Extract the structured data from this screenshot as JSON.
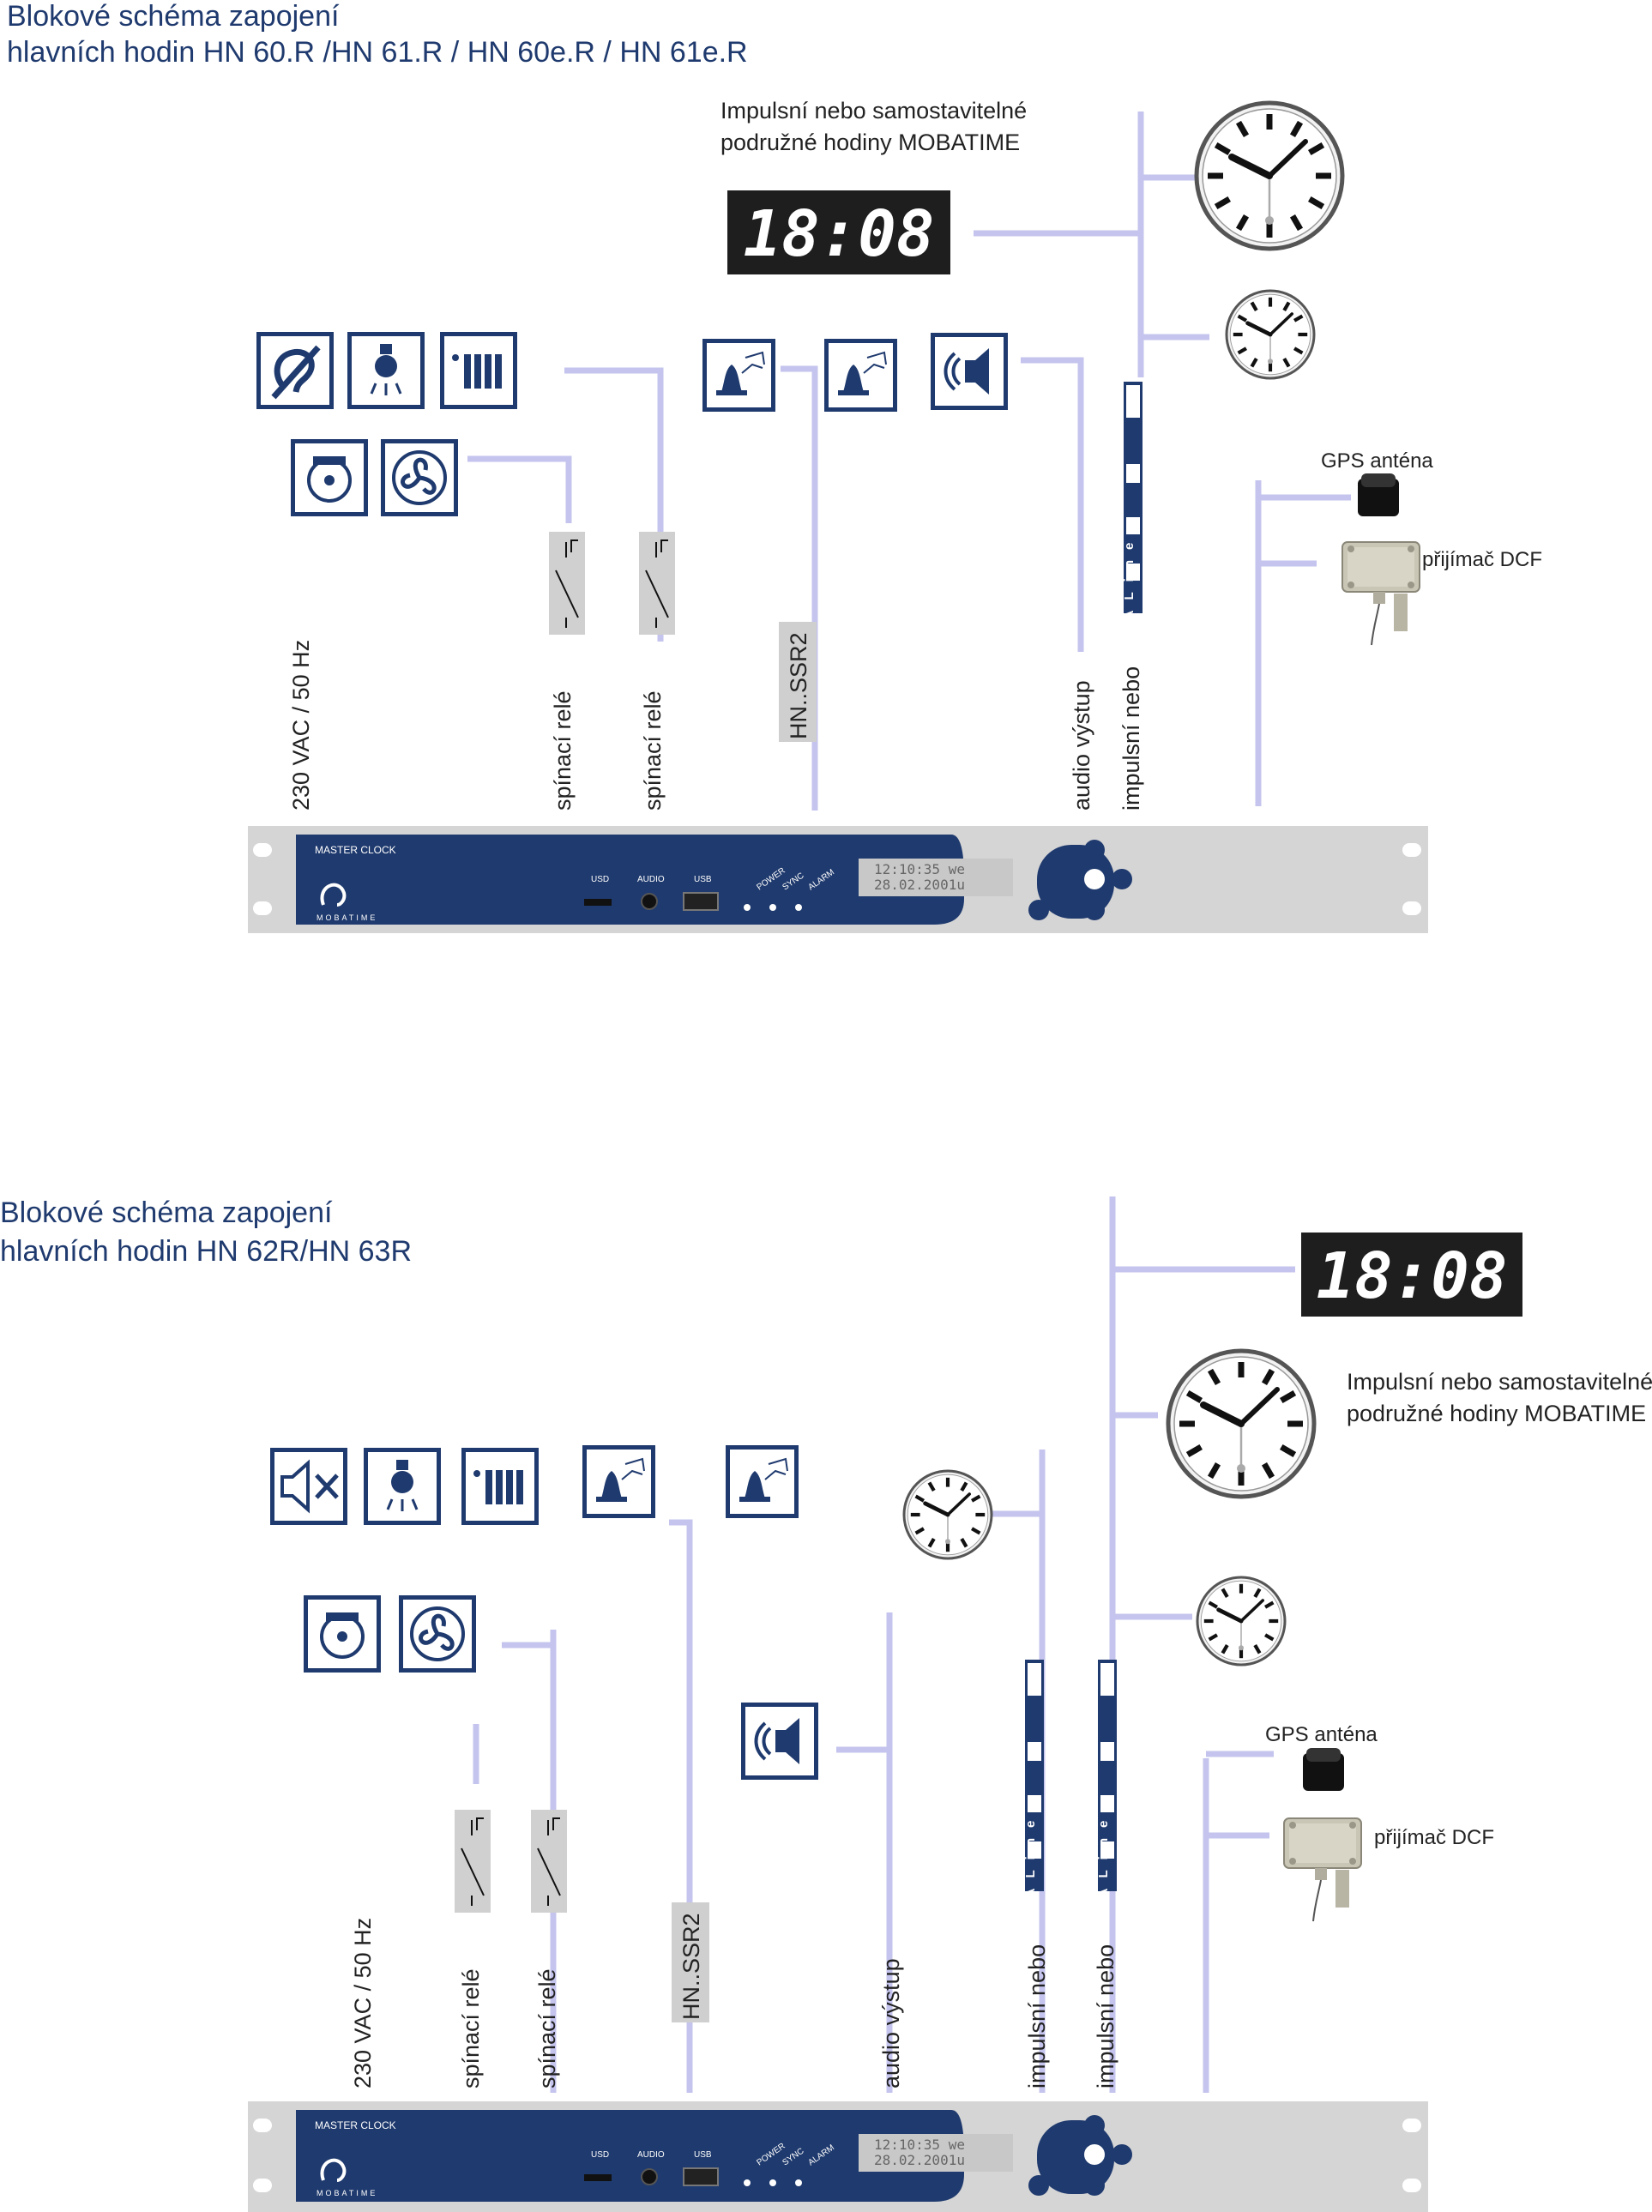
{
  "diagram1": {
    "title_line1": "Blokové schéma zapojení",
    "title_line2": "hlavních hodin HN 60.R /HN 61.R / HN 60e.R / HN 61e.R",
    "slave_clocks_line1": "Impulsní nebo samostavitelné",
    "slave_clocks_line2": "podružné hodiny MOBATIME",
    "digital_time": "18:08",
    "gps_label": "GPS anténa",
    "dcf_label": "přijímač DCF",
    "power_label": "230 VAC / 50 Hz",
    "relay1_label": "spínací relé",
    "relay2_label": "spínací relé",
    "ssr_label": "HN..SSR2",
    "audio_label": "audio výstup",
    "impulse_label": "impulsní nebo",
    "mobaline_text": "MOBALine"
  },
  "diagram2": {
    "title_line1": "Blokové schéma zapojení",
    "title_line2": "hlavních hodin HN 62R/HN 63R",
    "slave_clocks_line1": "Impulsní nebo samostavitelné",
    "slave_clocks_line2": "podružné hodiny MOBATIME",
    "digital_time": "18:08",
    "gps_label": "GPS anténa",
    "dcf_label": "přijímač DCF",
    "power_label": "230 VAC / 50 Hz",
    "relay1_label": "spínací relé",
    "relay2_label": "spínací relé",
    "ssr_label": "HN..SSR2",
    "audio_label": "audio výstup",
    "impulse1_label": "impulsní nebo",
    "impulse2_label": "impulsní nebo",
    "mobaline_text": "MOBALine"
  },
  "device": {
    "name": "MASTER CLOCK",
    "brand": "MOBATIME",
    "port_usd": "USD",
    "port_audio": "AUDIO",
    "port_usb": "USB",
    "led_power": "POWER",
    "led_sync": "SYNC",
    "led_alarm": "ALARM",
    "lcd_line1": "12:10:35 we",
    "lcd_line2": "28.02.2001u"
  },
  "colors": {
    "navy": "#1f3a6e",
    "line": "#c4c4ee",
    "panel": "#d5d5d5",
    "display": "#1e1e1e"
  }
}
